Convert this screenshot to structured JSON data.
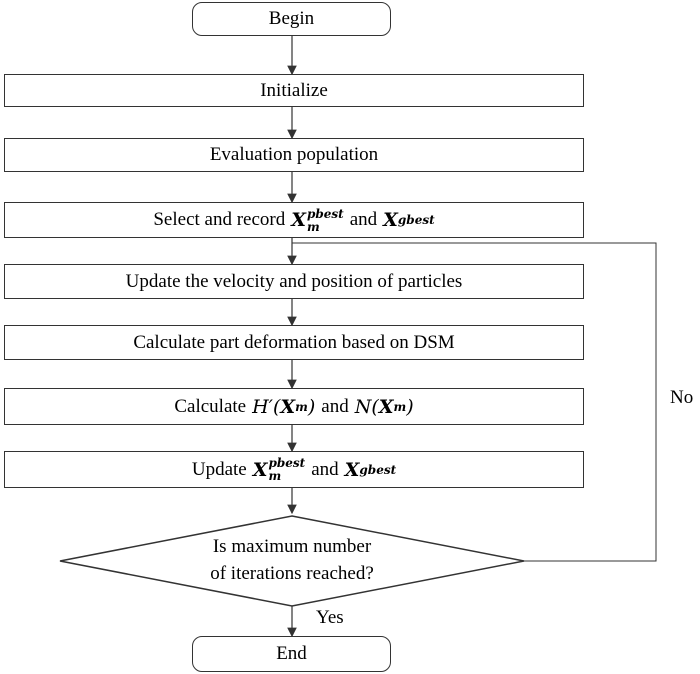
{
  "nodes": {
    "begin": "Begin",
    "initialize": "Initialize",
    "evaluation": "Evaluation population",
    "select": {
      "prefix": "Select and record",
      "x1": "X",
      "x1_sup": "pbest",
      "x1_sub": "m",
      "and": "and",
      "x2": "X",
      "x2_sup": "gbest"
    },
    "update_vel": "Update the velocity and position of particles",
    "calc_deform": "Calculate part deformation based on DSM",
    "calc_hn": {
      "prefix": "Calculate",
      "h": "H′(",
      "x": "X",
      "sub": "m",
      "close1": ")",
      "and": "and",
      "n": "N(",
      "x2": "X",
      "sub2": "m",
      "close2": ")"
    },
    "update_best": {
      "prefix": "Update",
      "x1": "X",
      "x1_sup": "pbest",
      "x1_sub": "m",
      "and": "and",
      "x2": "X",
      "x2_sup": "gbest"
    },
    "decision": {
      "line1": "Is maximum number",
      "line2": "of iterations reached?"
    },
    "end": "End"
  },
  "edge_labels": {
    "yes": "Yes",
    "no": "No"
  }
}
